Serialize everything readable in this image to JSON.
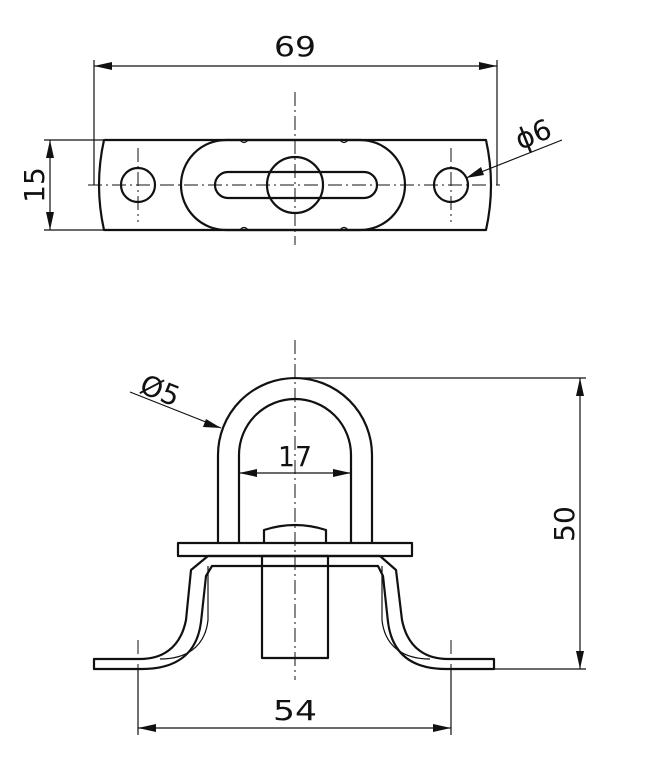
{
  "dimensions": {
    "top_width": "69",
    "top_height": "15",
    "hole_diameter": "ϕ6",
    "ring_wire_diameter": "Ø5",
    "ring_inner_width": "17",
    "height": "50",
    "base_width": "54"
  }
}
